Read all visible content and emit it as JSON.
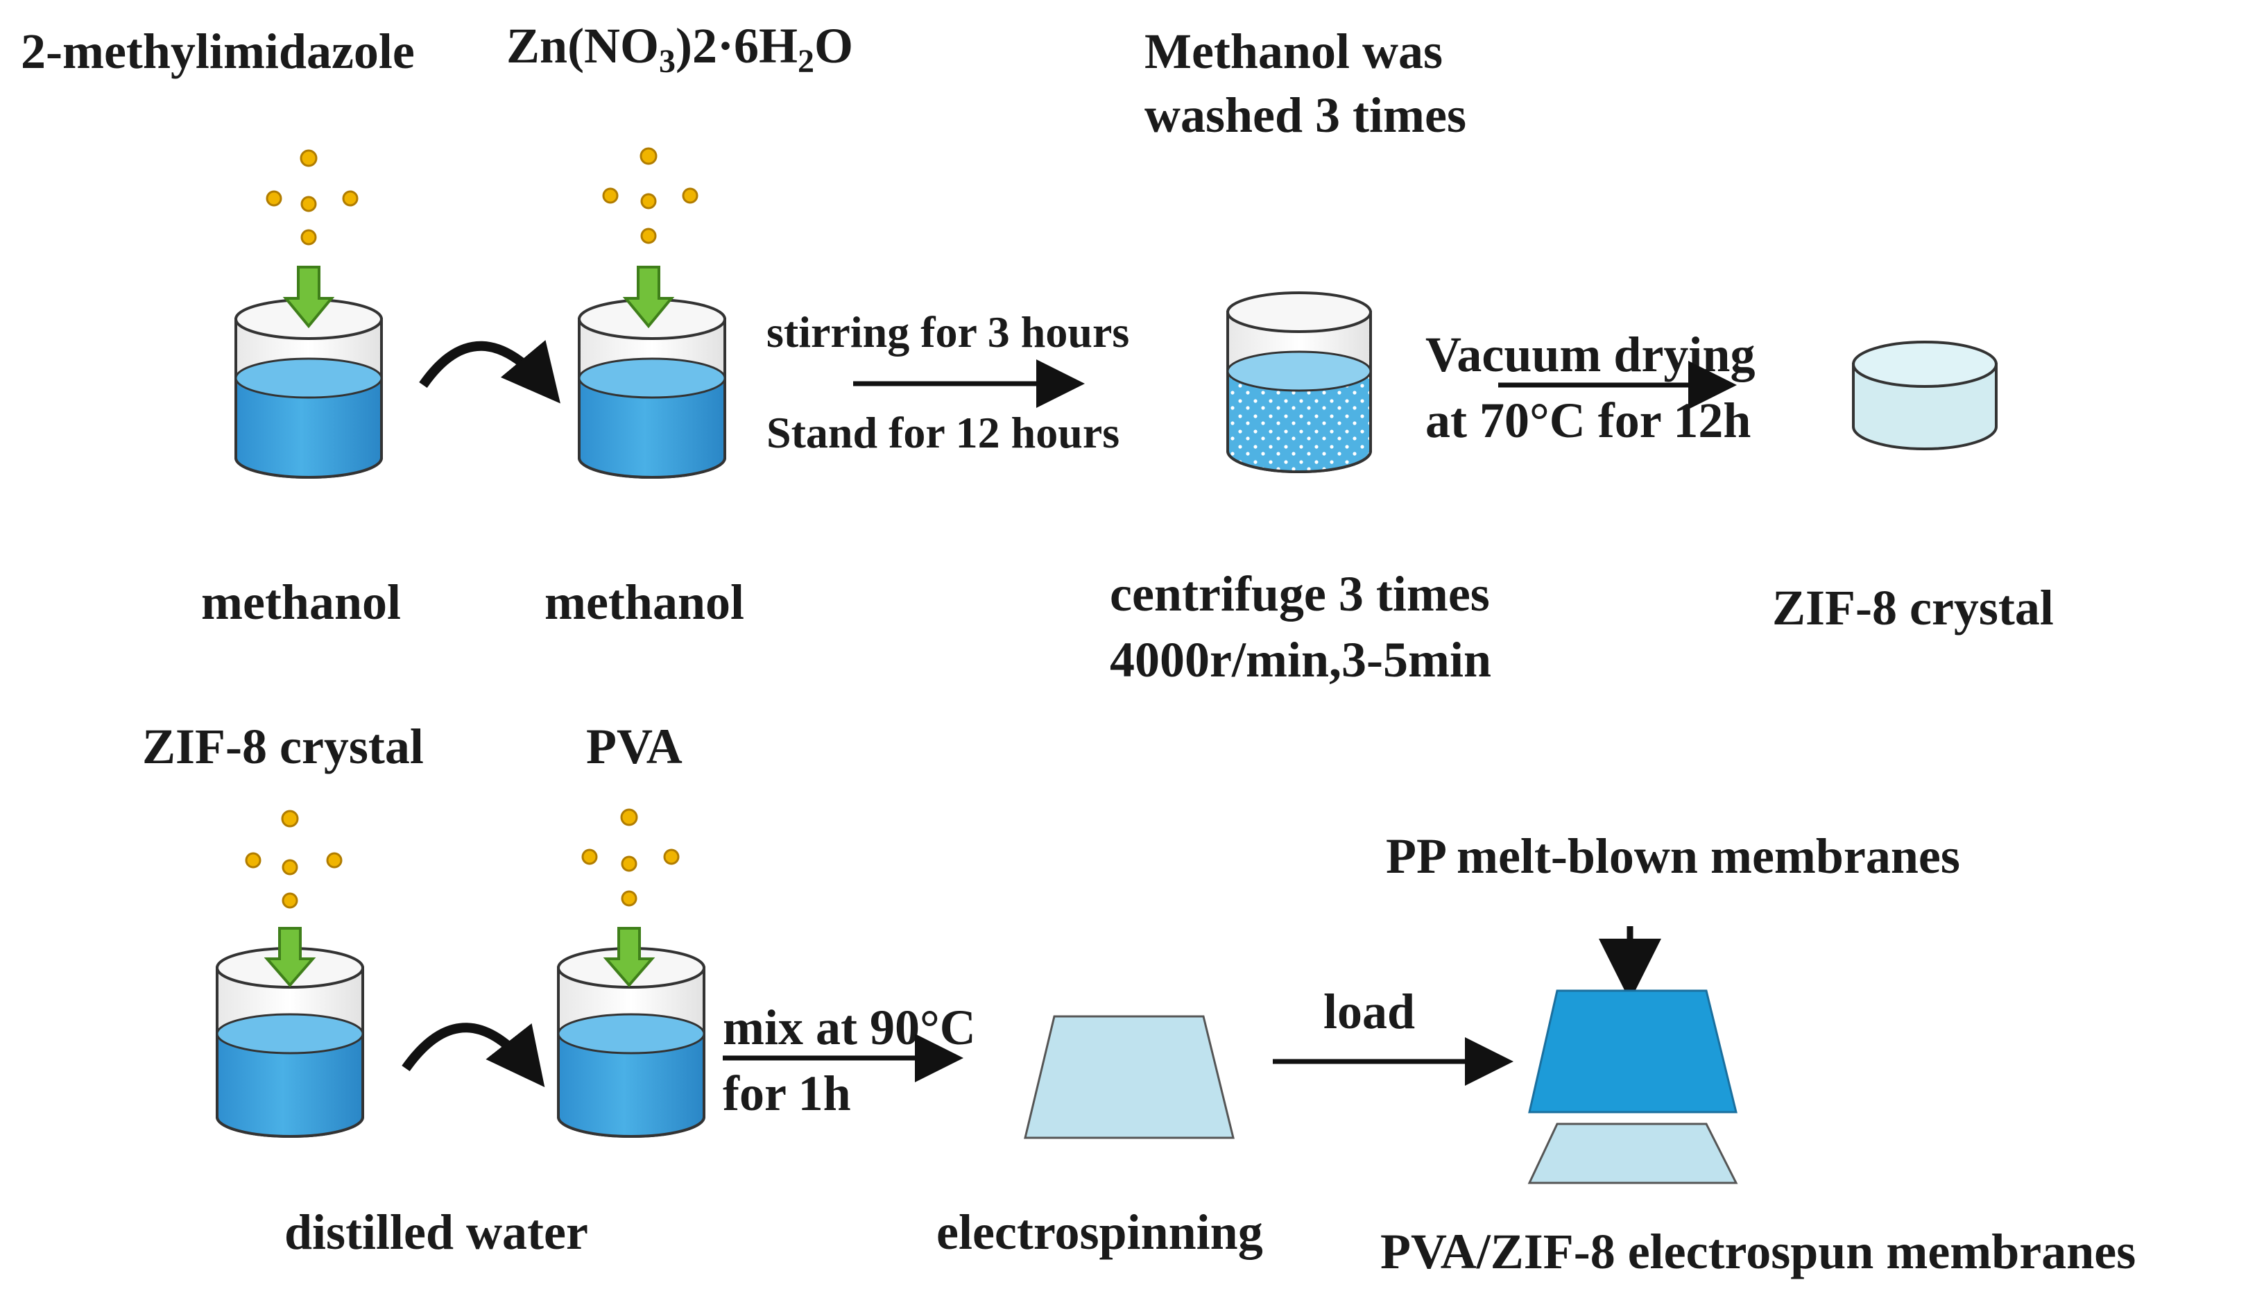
{
  "diagram": {
    "row1": {
      "reagent1": "2-methylimidazole",
      "reagent2_parts": {
        "a": "Zn(NO",
        "b": "3",
        "c": ")2·6H",
        "d": "2",
        "e": "O"
      },
      "solvent1": "methanol",
      "solvent2": "methanol",
      "step1_line1": "stirring for 3 hours",
      "step1_line2": "Stand for 12 hours",
      "wash_line1": "Methanol was",
      "wash_line2": "washed 3 times",
      "centrifuge_line1": "centrifuge 3 times",
      "centrifuge_line2": "4000r/min,3-5min",
      "dry_line1": "Vacuum drying",
      "dry_line2": "at 70°C for 12h",
      "product": "ZIF-8 crystal"
    },
    "row2": {
      "reagent1": "ZIF-8 crystal",
      "reagent2": "PVA",
      "solvent": "distilled water",
      "mix_line1": "mix at 90°C",
      "mix_line2": "for 1h",
      "electrospin": "electrospinning",
      "load": "load",
      "pp_label": "PP melt-blown membranes",
      "result": "PVA/ZIF-8 electrospun membranes"
    },
    "colors": {
      "liquid": "#3a9bd8",
      "liquid_top": "#6cc0ec",
      "beaker_rim": "#f2f2f2",
      "particle": "#f0b400",
      "down_arrow": "#72c13a",
      "pale_membrane": "#bfe2ee",
      "blue_membrane": "#1d9bd8",
      "crystal": "#d2ecf1"
    },
    "icons": [
      "beaker-icon",
      "particle-icon",
      "curved-arrow-icon",
      "down-arrow-icon",
      "right-arrow-icon"
    ]
  }
}
